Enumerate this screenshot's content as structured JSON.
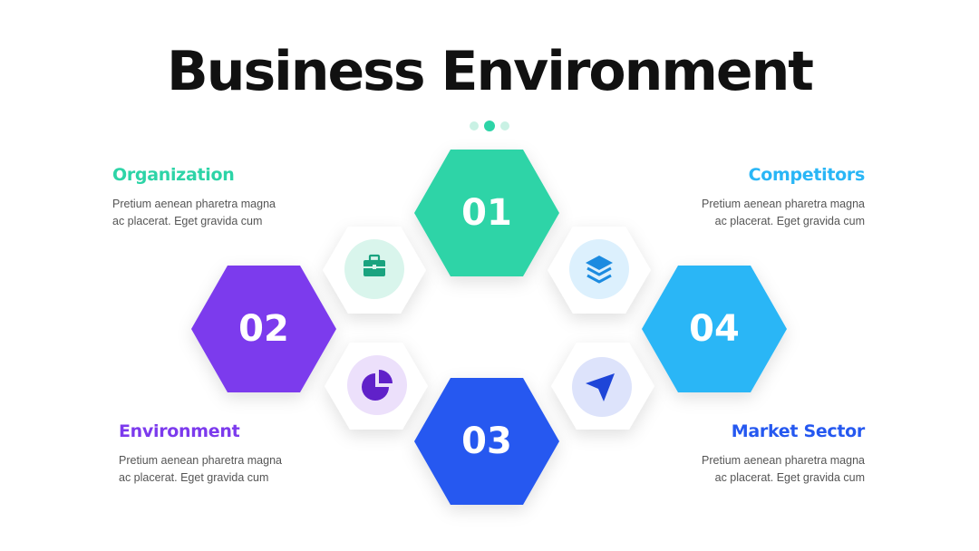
{
  "title": "Business Environment",
  "colors": {
    "green": "#2dd4a7",
    "purple": "#7c3aed",
    "blue": "#2558f0",
    "sky": "#29b6f6"
  },
  "items": [
    {
      "number": "01",
      "heading": "Organization",
      "text1": "Pretium aenean pharetra magna",
      "text2": "ac placerat. Eget gravida cum",
      "icon": "briefcase-icon"
    },
    {
      "number": "02",
      "heading": "Environment",
      "text1": "Pretium aenean pharetra magna",
      "text2": "ac placerat. Eget gravida cum",
      "icon": "pie-chart-icon"
    },
    {
      "number": "03",
      "heading": "Market Sector",
      "text1": "Pretium aenean pharetra magna",
      "text2": "ac placerat. Eget gravida cum",
      "icon": "send-arrow-icon"
    },
    {
      "number": "04",
      "heading": "Competitors",
      "text1": "Pretium aenean pharetra magna",
      "text2": "ac placerat. Eget gravida cum",
      "icon": "layers-icon"
    }
  ]
}
